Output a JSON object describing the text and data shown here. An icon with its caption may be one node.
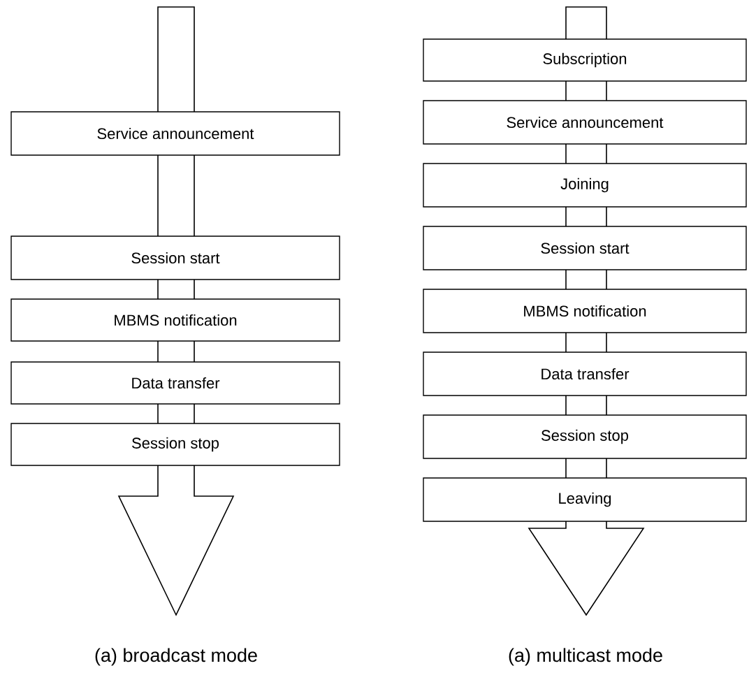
{
  "diagram": {
    "nodes": [
      {
        "text": [
          "Service announcement"
        ]
      },
      {
        "text": [
          "Session start"
        ]
      },
      {
        "text": [
          "MBMS notification"
        ]
      },
      {
        "text": [
          "Data transfer"
        ]
      },
      {
        "text": [
          "Session stop"
        ]
      },
      {
        "text": [
          "Subscription"
        ]
      },
      {
        "text": [
          "Service announcement"
        ]
      },
      {
        "text": [
          "Joining"
        ]
      },
      {
        "text": [
          "Session start"
        ]
      },
      {
        "text": [
          "MBMS notification"
        ]
      },
      {
        "text": [
          "Data transfer"
        ]
      },
      {
        "text": [
          "Session stop"
        ]
      },
      {
        "text": [
          "Leaving"
        ]
      }
    ],
    "labels": [
      "(a) broadcast mode",
      "(a) multicast mode"
    ]
  }
}
